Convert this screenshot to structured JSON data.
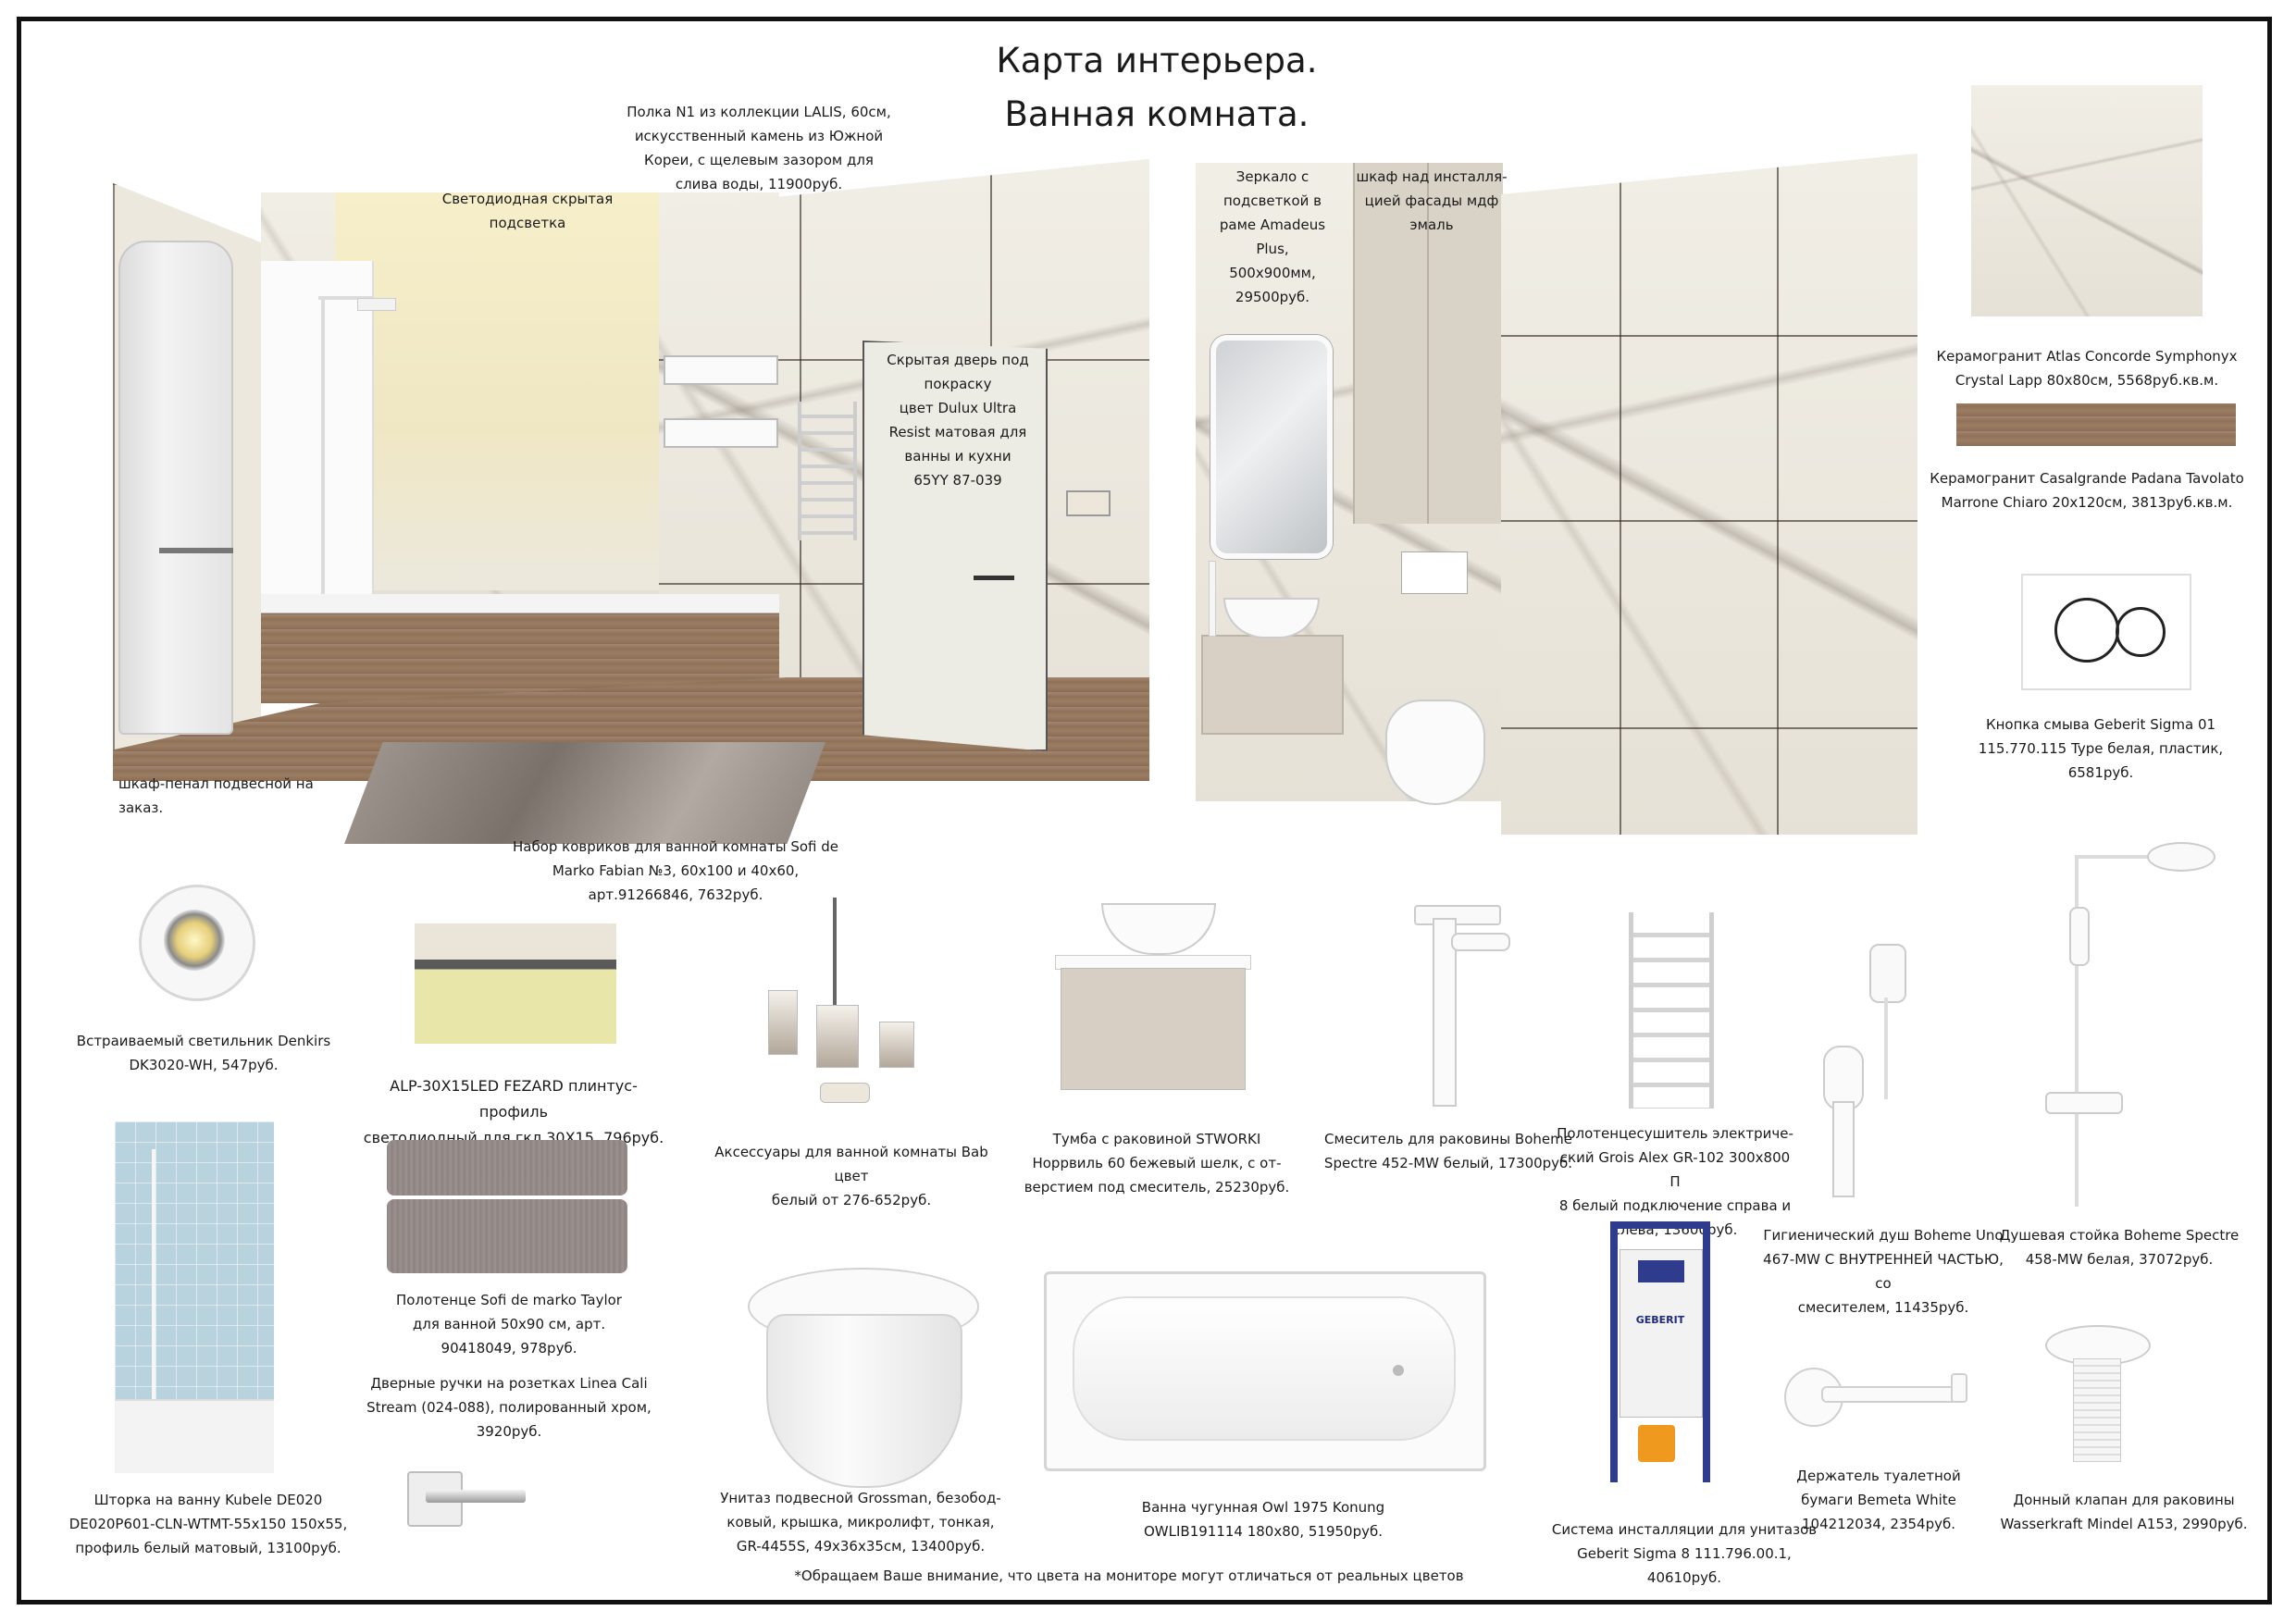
{
  "title": {
    "line1": "Карта интерьера.",
    "line2": "Ванная комната."
  },
  "render_labels": {
    "lighting": "Светодиодная скрытая подсветка",
    "shelf": [
      "Полка N1 из коллекции LALIS, 60см,",
      "искусственный камень из Южной",
      "Кореи, с щелевым зазором для",
      "слива воды, 11900руб."
    ],
    "door": [
      "Скрытая дверь под",
      "покраску",
      "цвет Dulux Ultra",
      "Resist матовая для",
      "ванны и кухни",
      "65YY 87-039"
    ],
    "cabinet": "шкаф-пенал подвесной на заказ.",
    "mirror": [
      "Зеркало с",
      "подсветкой в",
      "раме Amadeus",
      "Plus,",
      "500x900мм,",
      "29500руб."
    ],
    "install_cabinet": [
      "шкаф над инсталля-",
      "цией фасады мдф",
      "эмаль"
    ]
  },
  "products": {
    "tile1": [
      "Керамогранит Atlas Concorde Symphonyx",
      "Crystal Lapp 80x80см, 5568руб.кв.м."
    ],
    "tile2": [
      "Керамогранит Casalgrande Padana Tavolato",
      "Marrone Chiaro 20x120см, 3813руб.кв.м."
    ],
    "flush": [
      "Кнопка смыва Geberit Sigma 01",
      "115.770.115 Type белая, пластик,",
      "6581руб."
    ],
    "rugs": [
      "Набор ковриков для ванной комнаты Sofi de",
      "Marko Fabian №3, 60x100 и 40x60,",
      "арт.91266846, 7632руб."
    ],
    "spotlight": [
      "Встраиваемый светильник Denkirs",
      "DK3020-WH, 547руб."
    ],
    "led_profile": [
      "ALP-30X15LED FEZARD плинтус-профиль",
      "светодиодный для гкл 30X15, 796руб."
    ],
    "accessories": [
      "Аксессуары для ванной комнаты Bab цвет",
      "белый от 276-652руб."
    ],
    "vanity": [
      "Тумба с раковиной STWORKI",
      "Норрвиль 60 бежевый шелк, с от-",
      "верстием под смеситель, 25230руб."
    ],
    "faucet": [
      "Смеситель для раковины Boheme",
      "Spectre 452-MW белый, 17300руб."
    ],
    "towel_rail": [
      "Полотенцесушитель электриче-",
      "ский Grois Alex GR-102 300x800 П",
      "8 белый подключение справа и",
      "слева, 13600руб."
    ],
    "hygienic_shower": [
      "Гигиенический душ Boheme Uno",
      "467-MW С ВНУТРЕННЕЙ ЧАСТЬЮ, со",
      "смесителем, 11435руб."
    ],
    "shower_column": [
      "Душевая стойка Boheme Spectre",
      "458-MW белая, 37072руб."
    ],
    "screen": [
      "Шторка на ванну Kubele DE020",
      "DE020P601-CLN-WTMT-55x150 150x55,",
      "профиль белый матовый, 13100руб."
    ],
    "towel": [
      "Полотенце Sofi de marko Taylor",
      "для ванной 50x90 см, арт.",
      "90418049, 978руб."
    ],
    "handles": [
      "Дверные ручки на розетках Linea Cali",
      "Stream (024-088), полированный хром,",
      "3920руб."
    ],
    "toilet": [
      "Унитаз подвесной Grossman, безобод-",
      "ковый, крышка, микролифт, тонкая,",
      "GR-4455S, 49x36x35см, 13400руб."
    ],
    "bathtub": [
      "Ванна чугунная Owl 1975 Konung",
      "OWLIB191114 180x80, 51950руб."
    ],
    "installation": [
      "Система инсталляции для унитазов",
      "Geberit Sigma 8 111.796.00.1, 40610руб."
    ],
    "paper_holder": [
      "Держатель туалетной",
      "бумаги Bemeta White",
      "104212034, 2354руб."
    ],
    "drain": [
      "Донный клапан для раковины",
      "Wasserkraft Mindel A153, 2990руб."
    ]
  },
  "brand_logo": "GEBERIT",
  "footnote": "*Обращаем Ваше внимание, что цвета на мониторе могут отличаться от реальных цветов"
}
